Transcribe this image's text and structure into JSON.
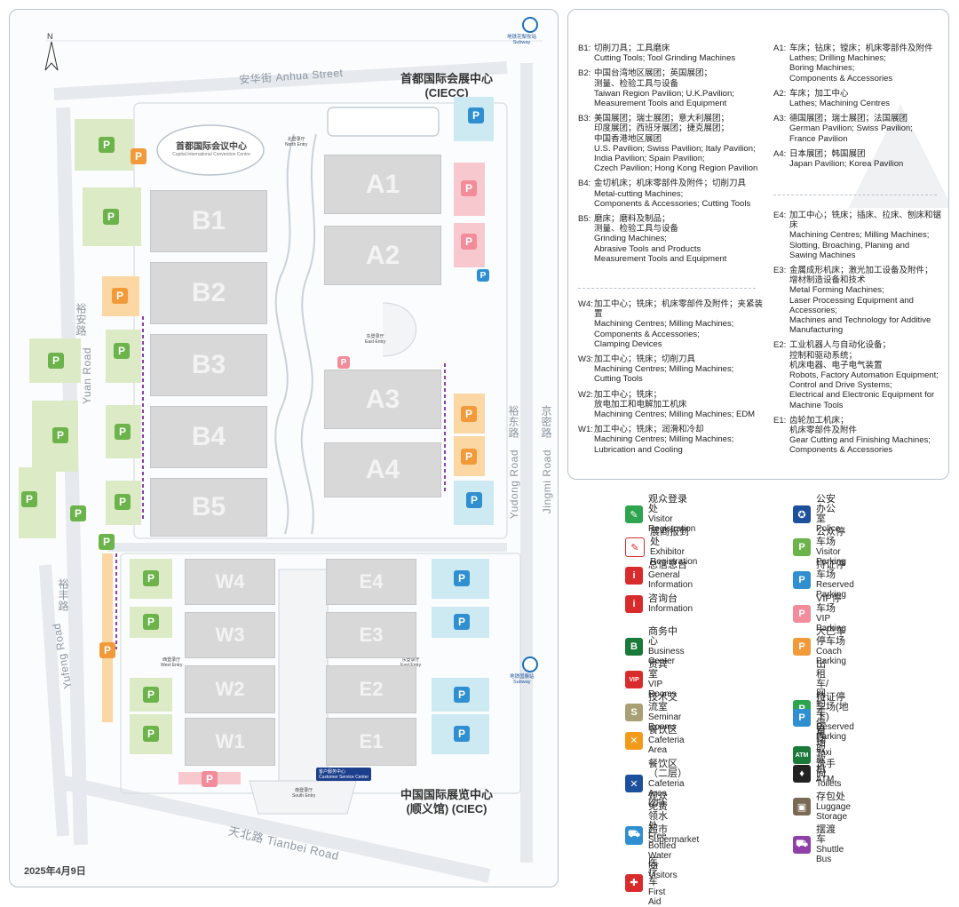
{
  "map": {
    "compass": "N",
    "streets": {
      "anhua": "安华街 Anhua Street",
      "yuan_zh": "裕安路",
      "yuan_en": "Yuan Road",
      "yudong_zh": "裕东路",
      "yudong_en": "Yudong Road",
      "jingmi_zh": "京密路",
      "jingmi_en": "Jingmi Road",
      "yufeng_zh": "裕丰路",
      "yufeng_en": "Yufeng Road",
      "tianbei": "天北路 Tianbei Road"
    },
    "venues": {
      "ciecc_zh": "首都国际会展中心",
      "ciecc_en": "(CIECC)",
      "conf_zh": "首都国际会议中心",
      "conf_en": "Capital International Convention Centre",
      "ciec_zh": "中国国际展览中心",
      "ciec_en": "(顺义馆) (CIEC)"
    },
    "subway_zh": "地铁花梨坎站",
    "subway_en": "Subway",
    "subway2_zh": "地铁国展站",
    "subway2_en": "Subway",
    "entrances": {
      "north_zh": "北登录厅",
      "north_en": "North Entry",
      "east_zh": "东登录厅",
      "east_en": "East Entry",
      "west_zh": "西登录厅",
      "west_en": "West Entry",
      "south_zh": "南登录厅",
      "south_en": "South Entry",
      "service_zh": "客户服务中心",
      "service_en": "Customer Service Center"
    },
    "halls_north": [
      "A1",
      "A2",
      "A3",
      "A4",
      "B1",
      "B2",
      "B3",
      "B4",
      "B5"
    ],
    "halls_south": [
      "W4",
      "W3",
      "W2",
      "W1",
      "E4",
      "E3",
      "E2",
      "E1"
    ],
    "date": "2025年4月9日"
  },
  "hall_directory": {
    "left": [
      {
        "code": "B1:",
        "desc": "切削刀具；工具磨床\nCutting Tools; Tool Grinding Machines"
      },
      {
        "code": "B2:",
        "desc": "中国台湾地区展团；英国展团；\n测量、检验工具与设备\nTaiwan Region Pavilion; U.K.Pavilion;\nMeasurement Tools and Equipment"
      },
      {
        "code": "B3:",
        "desc": "美国展团；瑞士展团；意大利展团；\n印度展团；西班牙展团；捷克展团；\n中国香港地区展团\nU.S. Pavilion; Swiss Pavilion; Italy Pavilion;\nIndia Pavilion; Spain Pavilion;\nCzech Pavilion; Hong Kong Region Pavilion"
      },
      {
        "code": "B4:",
        "desc": "金切机床；机床零部件及附件；切削刀具\nMetal-cutting Machines;\nComponents & Accessories; Cutting Tools"
      },
      {
        "code": "B5:",
        "desc": "磨床；磨料及制品；\n测量、检验工具与设备\nGrinding Machines;\nAbrasive Tools and Products\nMeasurement Tools and Equipment"
      }
    ],
    "left2": [
      {
        "code": "W4:",
        "desc": "加工中心；铣床；机床零部件及附件；夹紧装置\nMachining Centres; Milling Machines;\nComponents & Accessories;\nClamping Devices"
      },
      {
        "code": "W3:",
        "desc": "加工中心；铣床；切削刀具\nMachining Centres; Milling Machines;\nCutting Tools"
      },
      {
        "code": "W2:",
        "desc": "加工中心；铣床；\n放电加工和电解加工机床\nMachining Centres; Milling Machines; EDM"
      },
      {
        "code": "W1:",
        "desc": "加工中心；铣床；润滑和冷却\nMachining Centres; Milling Machines;\nLubrication and Cooling"
      }
    ],
    "right": [
      {
        "code": "A1:",
        "desc": "车床；钻床；镗床；机床零部件及附件\nLathes; Drilling Machines;\nBoring Machines;\nComponents & Accessories"
      },
      {
        "code": "A2:",
        "desc": "车床；加工中心\nLathes; Machining Centres"
      },
      {
        "code": "A3:",
        "desc": "德国展团；瑞士展团；法国展团\nGerman Pavilion; Swiss Pavilion;\nFrance Pavilion"
      },
      {
        "code": "A4:",
        "desc": "日本展团；韩国展团\nJapan Pavilion; Korea Pavilion"
      }
    ],
    "right2": [
      {
        "code": "E4:",
        "desc": "加工中心；铣床；插床、拉床、刨床和锯床\nMachining Centres; Milling Machines;\nSlotting, Broaching, Planing and\nSawing Machines"
      },
      {
        "code": "E3:",
        "desc": "金属成形机床；激光加工设备及附件；\n增材制造设备和技术\nMetal Forming Machines;\nLaser Processing Equipment and\nAccessories;\nMachines and Technology for Additive\nManufacturing"
      },
      {
        "code": "E2:",
        "desc": "工业机器人与自动化设备；\n控制和驱动系统；\n机床电器、电子电气装置\nRobots, Factory Automation Equipment;\nControl and Drive Systems;\nElectrical and Electronic Equipment for\nMachine Tools"
      },
      {
        "code": "E1:",
        "desc": "齿轮加工机床；\n机床零部件及附件\nGear Cutting and Finishing Machines;\nComponents & Accessories"
      }
    ]
  },
  "legend": [
    {
      "zh": "观众登录处",
      "en": "Visitor Registration",
      "icon": "visitor-registration-icon",
      "color": "#2ea44f",
      "glyph": "✎"
    },
    {
      "zh": "公安办公室",
      "en": "Police",
      "icon": "police-icon",
      "color": "#1c4f9c",
      "glyph": "✪"
    },
    {
      "zh": "展商报到处",
      "en": "Exhibitor Registration",
      "icon": "exhibitor-registration-icon",
      "color": "#ffffff",
      "glyph": "✎"
    },
    {
      "zh": "公众停车场",
      "en": "Visitor Parking",
      "icon": "visitor-parking-icon",
      "color": "#6bb34a",
      "glyph": "P"
    },
    {
      "zh": "总信息台",
      "en": "General Information",
      "icon": "general-information-icon",
      "color": "#d92b2b",
      "glyph": "i"
    },
    {
      "zh": "持证停车场",
      "en": "Reserved Parking",
      "icon": "reserved-parking-icon",
      "color": "#2f8fd0",
      "glyph": "P"
    },
    {
      "zh": "咨询台",
      "en": "Information",
      "icon": "information-icon",
      "color": "#d92b2b",
      "glyph": "i"
    },
    {
      "zh": "VIP停车场",
      "en": "VIP Parking",
      "icon": "vip-parking-icon",
      "color": "#f28c9a",
      "glyph": "P"
    },
    {
      "zh": "商务中心",
      "en": "Business Center",
      "icon": "business-center-icon",
      "color": "#1a7a3a",
      "glyph": "B"
    },
    {
      "zh": "大巴车停车场",
      "en": "Coach Parking",
      "icon": "coach-parking-icon",
      "color": "#f29a3a",
      "glyph": "P"
    },
    {
      "zh": "贵宾室",
      "en": "VIP Rooms",
      "icon": "vip-rooms-icon",
      "color": "#d92b2b",
      "glyph": "VIP"
    },
    {
      "zh": "出租车/网约车停车场",
      "en": "Taxi",
      "icon": "taxi-parking-icon",
      "color": "#2ea44f",
      "glyph": "P"
    },
    {
      "zh": "技术交流室",
      "en": "Seminar Rooms",
      "icon": "seminar-rooms-icon",
      "color": "#a8a074",
      "glyph": "S"
    },
    {
      "zh": "持证停车场(地下)",
      "en": "Reserved Parking",
      "icon": "underground-parking-icon",
      "color": "#2f8fd0",
      "glyph": "P"
    },
    {
      "zh": "餐饮区",
      "en": "Cafeteria Area",
      "icon": "cafeteria-icon",
      "color": "#f29a1a",
      "glyph": "✕"
    },
    {
      "zh": "自动取款机",
      "en": "ATM",
      "icon": "atm-icon",
      "color": "#1a7a3a",
      "glyph": "ATM"
    },
    {
      "zh": "餐饮区（二层）",
      "en": "Cafeteria Area (2F)",
      "icon": "cafeteria-2f-icon",
      "color": "#1c4f9c",
      "glyph": "✕"
    },
    {
      "zh": "洗手间",
      "en": "Toilets",
      "icon": "toilets-icon",
      "color": "#222222",
      "glyph": "♦"
    },
    {
      "zh": "观众免费领水处",
      "en": "Free Bottled Water for Visitors",
      "icon": "water-icon",
      "color": "#2f8fd0",
      "glyph": "✦"
    },
    {
      "zh": "存包处",
      "en": "Luggage Storage",
      "icon": "luggage-icon",
      "color": "#7a6a55",
      "glyph": "▣"
    },
    {
      "zh": "超市",
      "en": "Supermarket",
      "icon": "supermarket-icon",
      "color": "#2f8fd0",
      "glyph": "⛟"
    },
    {
      "zh": "摆渡车",
      "en": "Shuttle Bus",
      "icon": "shuttle-bus-icon",
      "color": "#8e3fa8",
      "glyph": "⛟"
    },
    {
      "zh": "医疗车",
      "en": "First Aid",
      "icon": "first-aid-icon",
      "color": "#d92b2b",
      "glyph": "✚"
    }
  ]
}
